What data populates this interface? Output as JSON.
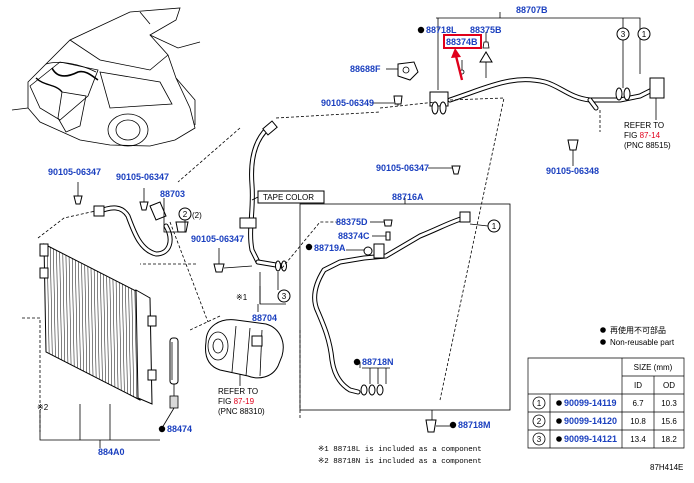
{
  "labels": {
    "p88707B": "88707B",
    "p88718L": "88718L",
    "p88375B": "88375B",
    "p88374B": "88374B",
    "p88688F": "88688F",
    "p90105_06349": "90105-06349",
    "p90105_06347_a": "90105-06347",
    "p90105_06347_b": "90105-06347",
    "p90105_06347_c": "90105-06347",
    "p90105_06347_d": "90105-06347",
    "p90105_06348": "90105-06348",
    "p88703": "88703",
    "p88716A": "88716A",
    "p88375D": "88375D",
    "p88374C": "88374C",
    "p88719A": "88719A",
    "p88718N": "88718N",
    "p88718M": "88718M",
    "p88704": "88704",
    "p88474": "88474",
    "p884A0": "884A0",
    "tape_color": "TAPE COLOR",
    "circle1": "1",
    "circle2": "2",
    "circle3": "3",
    "circle2_paren": "(2)",
    "mark1": "※1",
    "mark2": "※2"
  },
  "refer_1": {
    "line1": "REFER TO",
    "line2_prefix": "FIG ",
    "fig": "87-14",
    "pnc": "(PNC 88515)"
  },
  "refer_2": {
    "line1": "REFER TO",
    "line2_prefix": "FIG ",
    "fig": "87-19",
    "pnc": "(PNC 88310)"
  },
  "legend": {
    "jp": "再使用不可部品",
    "en": "Non-reusable part"
  },
  "size_table": {
    "title": "SIZE (mm)",
    "col_id": "ID",
    "col_od": "OD",
    "rows": [
      {
        "ref": "1",
        "part": "90099-14119",
        "id": "6.7",
        "od": "10.3"
      },
      {
        "ref": "2",
        "part": "90099-14120",
        "id": "10.8",
        "od": "15.6"
      },
      {
        "ref": "3",
        "part": "90099-14121",
        "id": "13.4",
        "od": "18.2"
      }
    ]
  },
  "notes": {
    "n1": "※1 88718L is included as a component",
    "n2": "※2 88718N is included as a component"
  },
  "figure_code": "87H414E",
  "colors": {
    "part_number": "#1a3fbf",
    "highlight": "#e0001b"
  }
}
